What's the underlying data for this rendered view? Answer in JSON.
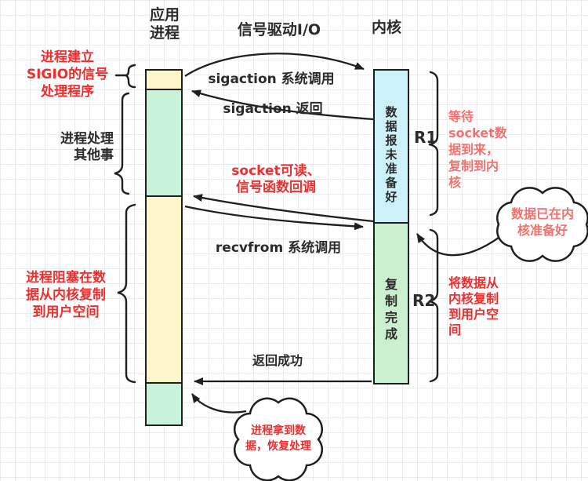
{
  "title_row": {
    "app": "应用\n进程",
    "middle": "信号驱动I/O",
    "kernel": "内核"
  },
  "left_annotations": {
    "setup_sigio": "进程建立\nSIGIO的信号\n处理程序",
    "other_work": "进程处理\n其他事",
    "blocked_copy": "进程阻塞在数\n据从内核复制\n到用户空间"
  },
  "timeline_labels": {
    "sigaction_call": "sigaction 系统调用",
    "sigaction_return": "sigaction 返回",
    "socket_readable": "socket可读、\n信号函数回调",
    "recvfrom_call": "recvfrom 系统调用",
    "return_success": "返回成功"
  },
  "kernel_states": {
    "not_ready": "数据报未准备好",
    "copy_done": "复制完成"
  },
  "phases": {
    "r1": {
      "label": "R1",
      "note": "等待\nsocket数\n据到来，\n复制到内\n核"
    },
    "r2": {
      "label": "R2",
      "note": "将数据从\n内核复制\n到用户空\n间"
    }
  },
  "clouds": {
    "data_ready": "数据已在内\n核准备好",
    "resume": "进程拿到数\n据，恢复处理"
  },
  "colors": {
    "accent_red": "#ee2f2f",
    "accent_salmon": "#f4716e",
    "bar_yellow": "#fbf7cb",
    "bar_mint": "#c9f2da",
    "bar_cyan": "#cdf1f8",
    "bar_green": "#cbf0cd",
    "stroke": "#1f1f1f"
  }
}
